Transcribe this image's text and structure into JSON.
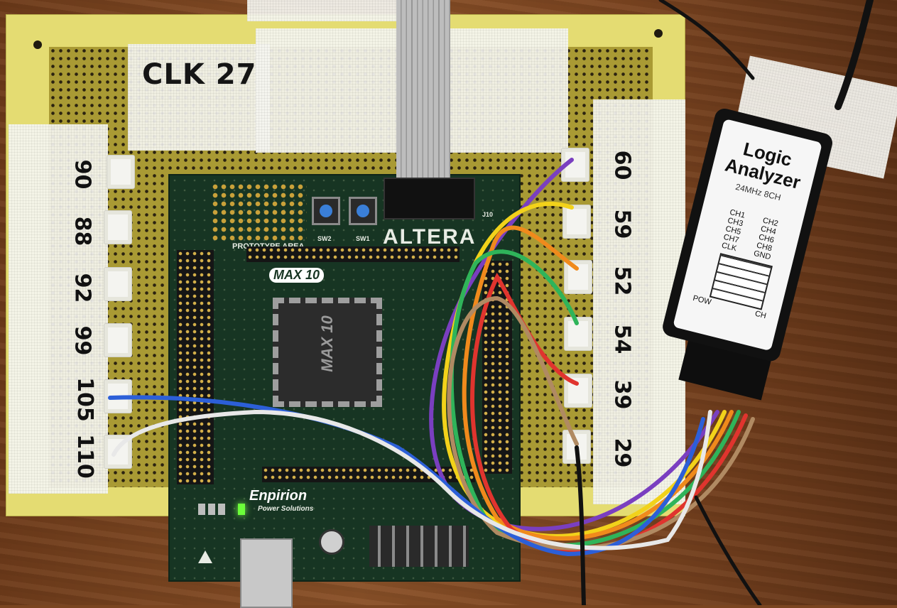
{
  "scene": {
    "handwritten_title": "CLK 27",
    "left_pin_labels": [
      "90",
      "88",
      "92",
      "99",
      "105",
      "110"
    ],
    "right_pin_labels": [
      "60",
      "59",
      "52",
      "54",
      "39",
      "29"
    ]
  },
  "devboard": {
    "brand": "ALTERA",
    "prototype_area": "PROTOTYPE AREA",
    "family_logo": "MAX 10",
    "chip_label": "MAX 10",
    "power_logo": "Enpirion",
    "power_sub": "Power Solutions",
    "buttons": [
      "SW2",
      "SW1"
    ],
    "header_label": "J10"
  },
  "analyzer": {
    "title_line1": "Logic",
    "title_line2": "Analyzer",
    "subtitle": "24MHz 8CH",
    "pin_labels": [
      "CH1",
      "CH2",
      "CH3",
      "CH4",
      "CH5",
      "CH6",
      "CH7",
      "CH8",
      "CLK",
      "GND"
    ],
    "pow_label": "POW",
    "ch_label": "CH"
  },
  "colors": {
    "wire_purple": "#7a3fc0",
    "wire_orange": "#f08a1c",
    "wire_yellow": "#f2d21a",
    "wire_green": "#2fb45a",
    "wire_red": "#e0342e",
    "wire_brown": "#b08a62",
    "wire_blue": "#2c5fd8",
    "wire_white": "#e8e8e8",
    "wire_black": "#111111",
    "led_green": "#6cff3a"
  },
  "icons": [
    "esd-warning-icon"
  ]
}
